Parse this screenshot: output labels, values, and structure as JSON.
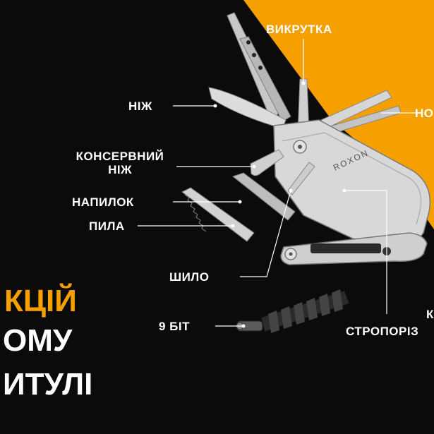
{
  "colors": {
    "accent": "#f5a000",
    "background": "#0b0b0b",
    "label_text": "#ffffff"
  },
  "brand": "ROXON",
  "labels": {
    "screwdriver": "ВИКРУТКА",
    "knife": "НІЖ",
    "scissors_partial": "НО",
    "can_opener_line1": "КОНСЕРВНИЙ",
    "can_opener_line2": "НІЖ",
    "file": "НАПИЛОК",
    "saw": "ПИЛА",
    "awl": "ШИЛО",
    "bits": "9 БІТ",
    "strap_cutter": "СТРОПОРІЗ",
    "right_partial": "К"
  },
  "headline": {
    "line1": "КЦІЙ",
    "line2": "ОМУ",
    "line3": "ИТУЛІ"
  }
}
